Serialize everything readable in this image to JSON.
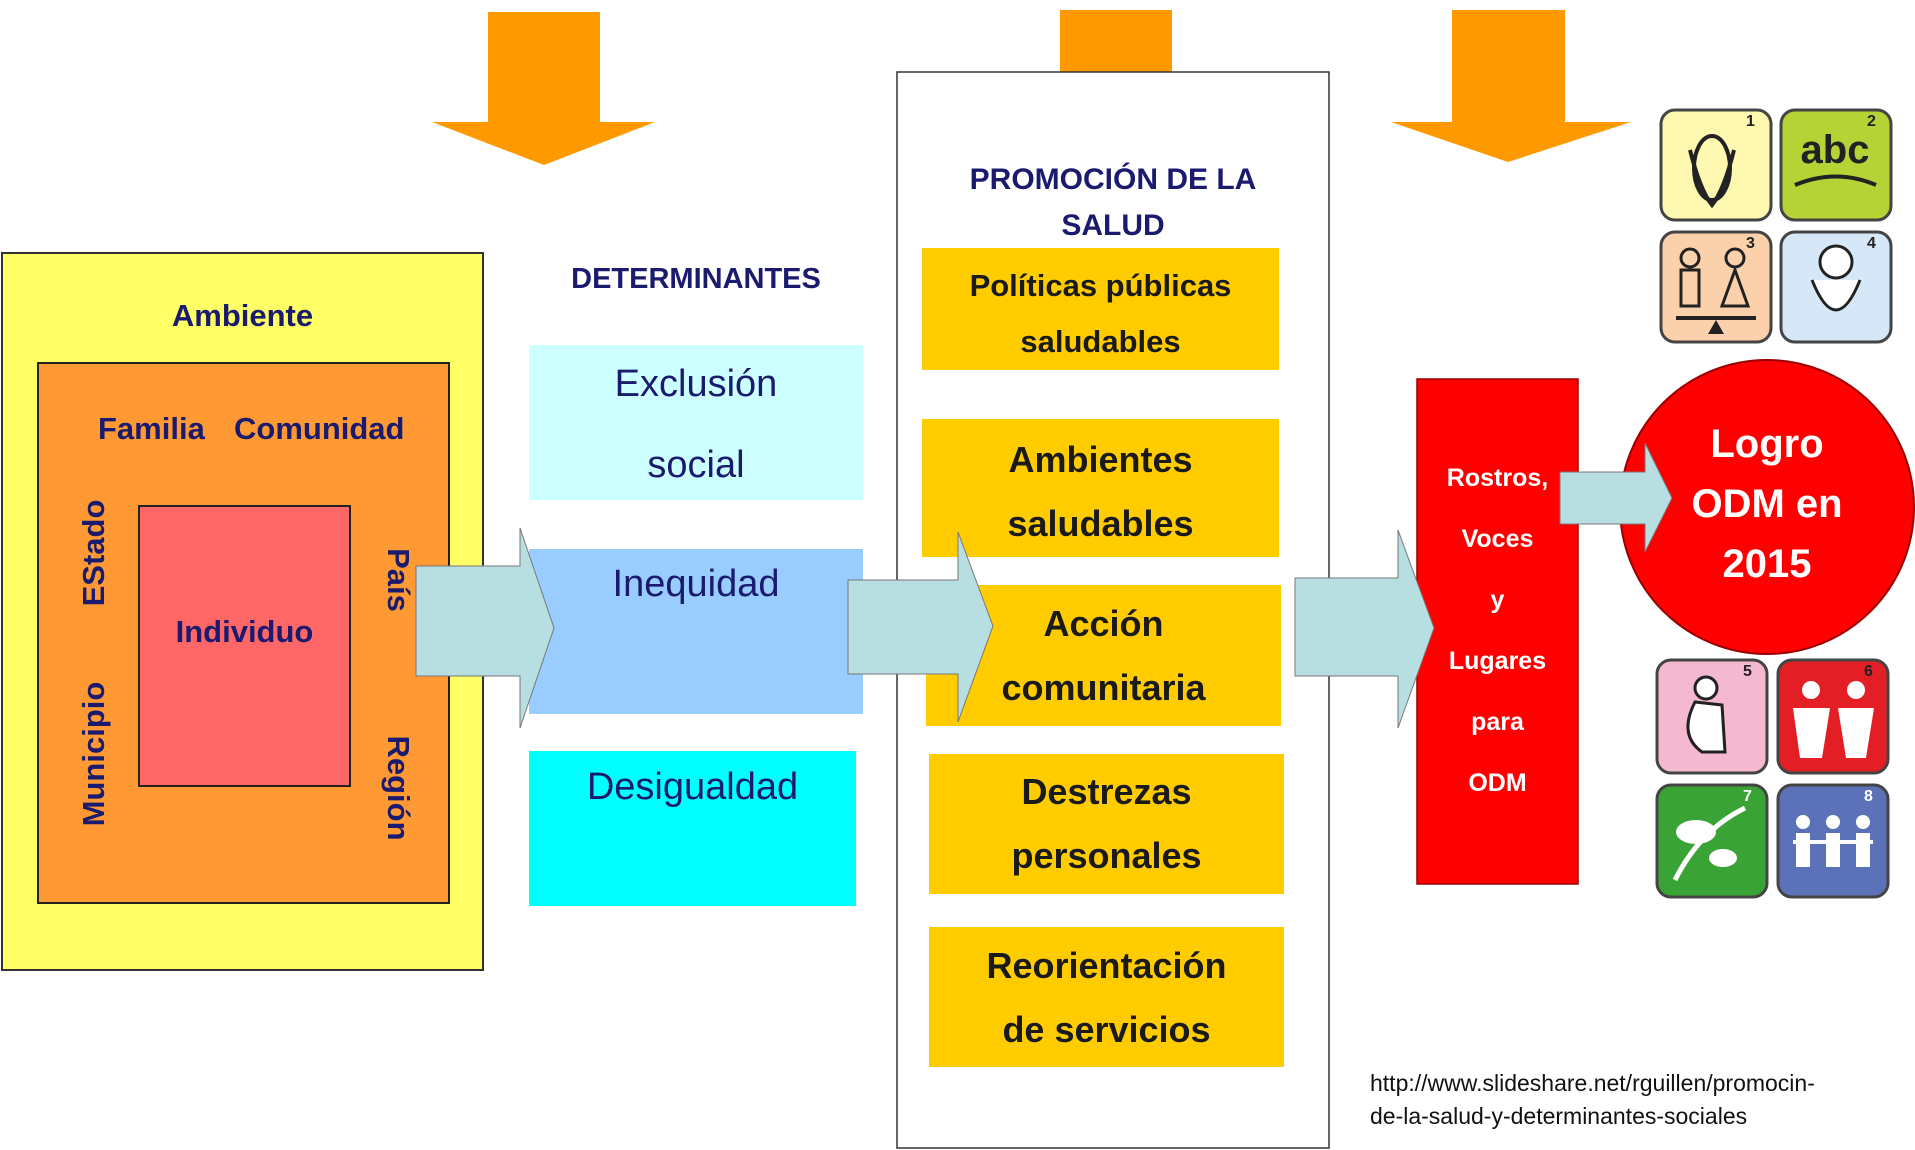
{
  "left_panel": {
    "outer_label": "Ambiente",
    "middle_top_left": "Familia",
    "middle_top_right": "Comunidad",
    "left_upper": "EStado",
    "left_lower": "Municipio",
    "right_upper": "País",
    "right_lower": "Región",
    "inner_label": "Individuo"
  },
  "determinantes": {
    "title": "DETERMINANTES",
    "items": [
      {
        "line1": "Exclusión",
        "line2": "social"
      },
      {
        "line1": "Inequidad",
        "line2": ""
      },
      {
        "line1": "Desigualdad",
        "line2": ""
      }
    ]
  },
  "promocion": {
    "title_line1": "PROMOCIÓN DE LA",
    "title_line2": "SALUD",
    "items": [
      {
        "line1": "Políticas públicas",
        "line2": "saludables"
      },
      {
        "line1": "Ambientes",
        "line2": "saludables"
      },
      {
        "line1": "Acción",
        "line2": "comunitaria"
      },
      {
        "line1": "Destrezas",
        "line2": "personales"
      },
      {
        "line1": "Reorientación",
        "line2": "de servicios"
      }
    ]
  },
  "red_box": {
    "lines": [
      "Rostros,",
      "Voces",
      "y",
      "Lugares",
      "para",
      "ODM"
    ]
  },
  "goal_circle": {
    "lines": [
      "Logro",
      "ODM en",
      "2015"
    ]
  },
  "odm_icons": {
    "numbers": [
      "1",
      "2",
      "3",
      "4",
      "5",
      "6",
      "7",
      "8"
    ],
    "icon2_text": "abc"
  },
  "source": {
    "line1": "http://www.slideshare.net/rguillen/promocin-",
    "line2": "de-la-salud-y-determinantes-sociales"
  },
  "colors": {
    "arrow_orange": "#FF9900",
    "arrow_teal": "#B7DEE0",
    "yellow": "#FFFF66",
    "orange_box": "#FF9933",
    "individuo": "#FF6666",
    "exclusion": "#CCFFFF",
    "inequidad": "#99CCFF",
    "desigualdad": "#00FFFF",
    "promo_box": "#FFCC00",
    "red": "#FF0000",
    "navy": "#1a1a6e"
  }
}
